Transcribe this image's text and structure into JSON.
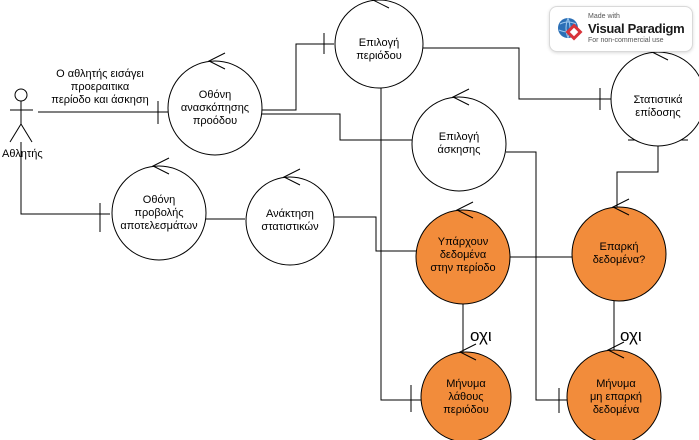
{
  "colors": {
    "line": "#000000",
    "node_fill": "#ffffff",
    "decision_fill": "#f28c3b"
  },
  "actor": {
    "label": "Αθλητής"
  },
  "note": "Ο αθλητής εισάγει\nπροεραιτικα\nπερίοδο και άσκηση",
  "nodes": {
    "overview": {
      "label": "Οθόνη\nανασκόπησης\nπροόδου"
    },
    "period_select": {
      "label": "Επιλογή\nπεριόδου"
    },
    "stats": {
      "label": "Στατιστικά\nεπίδοσης"
    },
    "exercise_select": {
      "label": "Επιλογή\nάσκησης"
    },
    "results": {
      "label": "Οθόνη\nπροβολής\nαποτελεσμάτων"
    },
    "retrieve": {
      "label": "Ανάκτηση\nστατιστικών"
    },
    "data_exists": {
      "label": "Υπάρχουν\nδεδομένα\nστην περίοδο"
    },
    "enough_data": {
      "label": "Επαρκή\nδεδομένα?"
    },
    "period_error": {
      "label": "Μήνυμα\nλάθους\nπεριόδου"
    },
    "insufficient": {
      "label": "Μήνυμα\nμη επαρκή\nδεδομένα"
    }
  },
  "edge_labels": {
    "no_left": "οχι",
    "no_right": "οχι"
  },
  "badge": {
    "made_with": "Made with",
    "brand": "Visual Paradigm",
    "use": "For non-commercial use"
  }
}
